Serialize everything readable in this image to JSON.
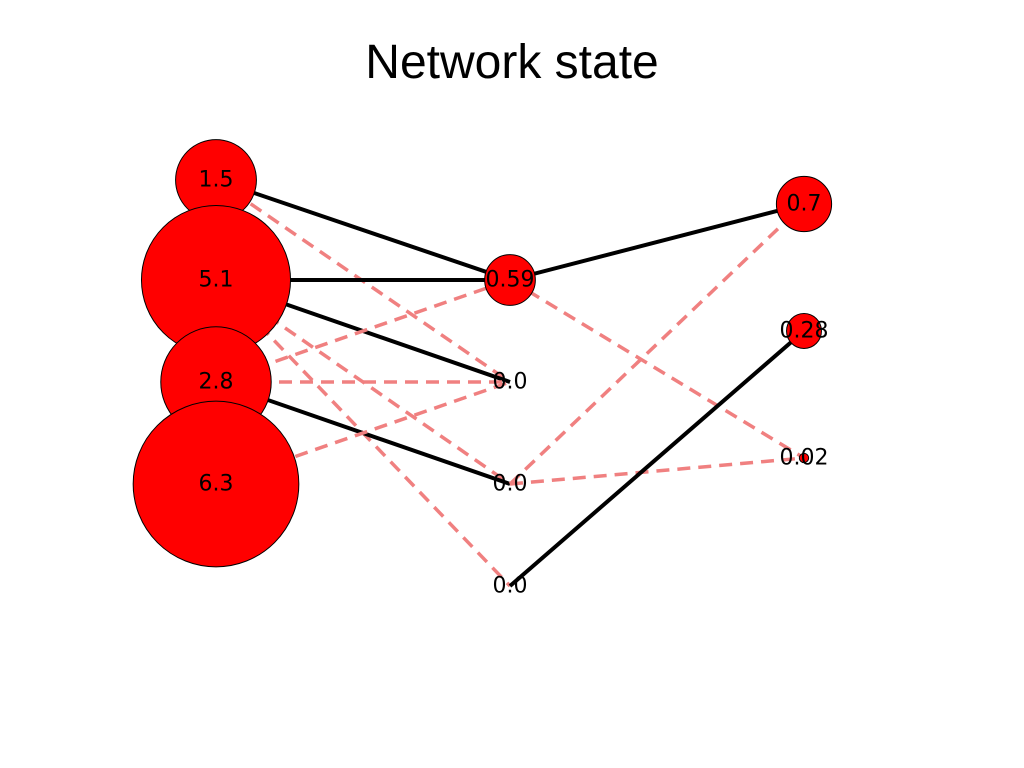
{
  "title": "Network state",
  "colors": {
    "node_fill": "#ff0000",
    "node_stroke": "#000000",
    "edge_positive": "#000000",
    "edge_negative": "#f08080",
    "label": "#000000"
  },
  "layers": [
    {
      "nodes": [
        {
          "value": 1.5,
          "label": "1.5"
        },
        {
          "value": 5.1,
          "label": "5.1"
        },
        {
          "value": 2.8,
          "label": "2.8"
        },
        {
          "value": 6.3,
          "label": "6.3"
        }
      ]
    },
    {
      "nodes": [
        {
          "value": 0.59,
          "label": "0.59"
        },
        {
          "value": 0.0,
          "label": "0.0"
        },
        {
          "value": 0.0,
          "label": "0.0"
        },
        {
          "value": 0.0,
          "label": "0.0"
        }
      ]
    },
    {
      "nodes": [
        {
          "value": 0.7,
          "label": "0.7"
        },
        {
          "value": 0.28,
          "label": "0.28"
        },
        {
          "value": 0.02,
          "label": "0.02"
        }
      ]
    }
  ],
  "edges": [
    {
      "from": [
        0,
        0
      ],
      "to": [
        1,
        0
      ],
      "sign": "positive"
    },
    {
      "from": [
        0,
        0
      ],
      "to": [
        1,
        1
      ],
      "sign": "negative"
    },
    {
      "from": [
        0,
        1
      ],
      "to": [
        1,
        0
      ],
      "sign": "positive"
    },
    {
      "from": [
        0,
        1
      ],
      "to": [
        1,
        1
      ],
      "sign": "positive"
    },
    {
      "from": [
        0,
        1
      ],
      "to": [
        1,
        2
      ],
      "sign": "negative"
    },
    {
      "from": [
        0,
        1
      ],
      "to": [
        1,
        3
      ],
      "sign": "negative"
    },
    {
      "from": [
        0,
        2
      ],
      "to": [
        1,
        0
      ],
      "sign": "negative"
    },
    {
      "from": [
        0,
        2
      ],
      "to": [
        1,
        1
      ],
      "sign": "negative"
    },
    {
      "from": [
        0,
        2
      ],
      "to": [
        1,
        2
      ],
      "sign": "positive"
    },
    {
      "from": [
        0,
        3
      ],
      "to": [
        1,
        1
      ],
      "sign": "negative"
    },
    {
      "from": [
        1,
        0
      ],
      "to": [
        2,
        0
      ],
      "sign": "positive"
    },
    {
      "from": [
        1,
        0
      ],
      "to": [
        2,
        2
      ],
      "sign": "negative"
    },
    {
      "from": [
        1,
        2
      ],
      "to": [
        2,
        0
      ],
      "sign": "negative"
    },
    {
      "from": [
        1,
        2
      ],
      "to": [
        2,
        2
      ],
      "sign": "negative"
    },
    {
      "from": [
        1,
        3
      ],
      "to": [
        2,
        1
      ],
      "sign": "positive"
    }
  ]
}
